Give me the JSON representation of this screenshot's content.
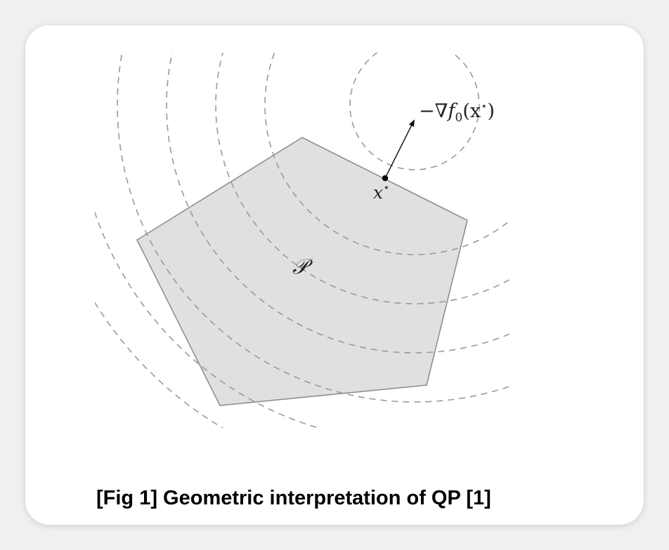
{
  "figure": {
    "set_label": "𝒫",
    "optimum_label": "x",
    "optimum_superscript": "⋆",
    "gradient_prefix": "−∇",
    "gradient_f": "f",
    "gradient_sub": "0",
    "gradient_arg_open": "(x",
    "gradient_arg_star": "⋆",
    "gradient_arg_close": ")"
  },
  "caption": "[Fig 1] Geometric interpretation of QP [1]",
  "colors": {
    "polygon_fill": "#e0e0e0",
    "polygon_stroke": "#8f8f8f",
    "contour_stroke": "#9a9a9a",
    "background": "#ffffff"
  }
}
